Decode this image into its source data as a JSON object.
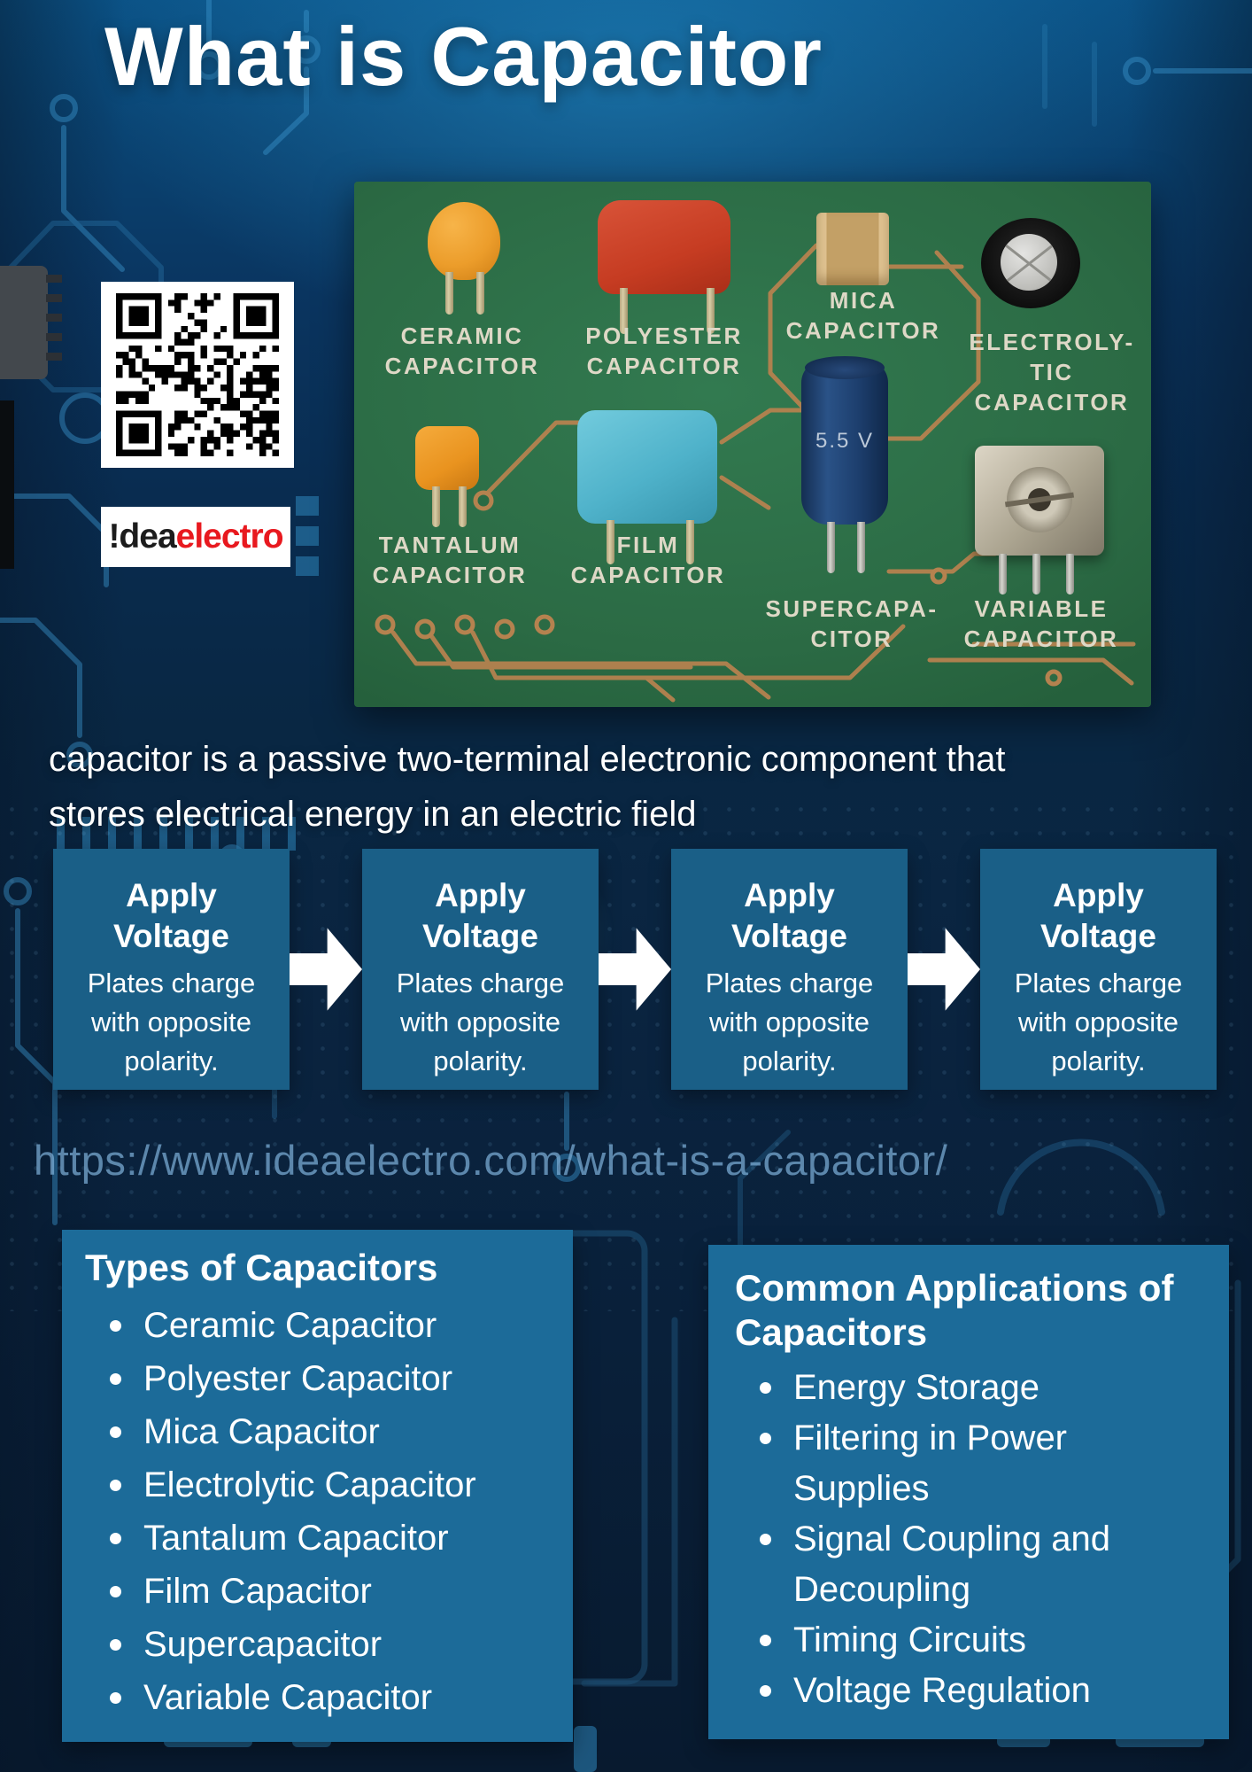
{
  "header": {
    "title": "What is Capacitor"
  },
  "brand": {
    "logo_prefix": "!dea",
    "logo_suffix": "electro"
  },
  "board": {
    "labels": {
      "ceramic": "CERAMIC\nCAPACITOR",
      "polyester": "POLYESTER\nCAPACITOR",
      "mica": "MICA\nCAPACITOR",
      "electrolytic": "ELECTROLY-\nTIC\nCAPACITOR",
      "tantalum": "TANTALUM\nCAPACITOR",
      "film": "FILM\nCAPACITOR",
      "supercapacitor": "SUPERCAPA-\nCITOR",
      "variable": "VARIABLE\nCAPACITOR"
    },
    "supercap_value": "5.5 V"
  },
  "description": "capacitor is a passive two-terminal electronic component that\nstores electrical energy in an electric field",
  "steps": [
    {
      "title": "Apply\nVoltage",
      "body": "Plates charge with opposite polarity."
    },
    {
      "title": "Apply\nVoltage",
      "body": "Plates charge with opposite polarity."
    },
    {
      "title": "Apply\nVoltage",
      "body": "Plates charge with opposite polarity."
    },
    {
      "title": "Apply\nVoltage",
      "body": "Plates charge with opposite polarity."
    }
  ],
  "url": "https://www.ideaelectro.com/what-is-a-capacitor/",
  "types_box": {
    "title": "Types of Capacitors",
    "items": [
      "Ceramic Capacitor",
      "Polyester Capacitor",
      "Mica Capacitor",
      "Electrolytic Capacitor",
      "Tantalum Capacitor",
      "Film Capacitor",
      "Supercapacitor",
      "Variable Capacitor"
    ]
  },
  "applications_box": {
    "title": "Common Applications of\nCapacitors",
    "items": [
      "Energy Storage",
      "Filtering in Power Supplies",
      "Signal Coupling and Decoupling",
      "Timing Circuits",
      "Voltage Regulation"
    ]
  },
  "colors": {
    "step_box": "#1a5f87",
    "panel_box": "#1c6b99",
    "board_green": "#2b6a44",
    "copper_trace": "#b5824f",
    "logo_red": "#e8191f",
    "background_navy": "#0a2c50"
  }
}
